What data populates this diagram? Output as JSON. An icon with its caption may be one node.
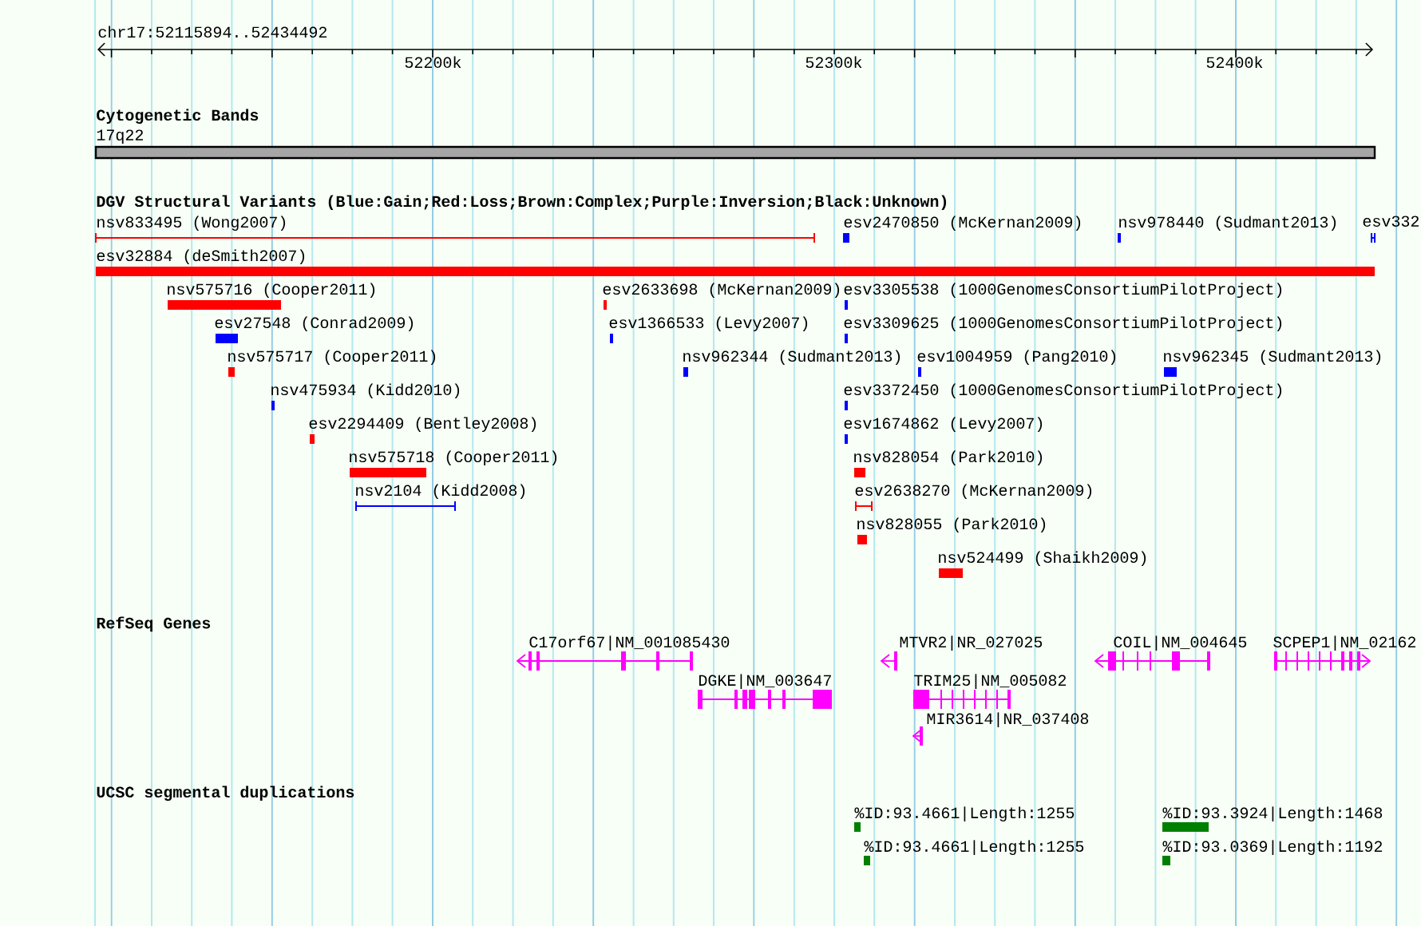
{
  "diagram": {
    "labels": [
      "chr17:52115894..52434492",
      "52200k",
      "52300k",
      "52400k",
      "Cytogenetic Bands",
      "17q22",
      "DGV Structural Variants (Blue:Gain;Red:Loss;Brown:Complex;Purple:Inversion;Black:Unknown)",
      "nsv833495 (Wong2007)",
      "esv2470850 (McKernan2009)",
      "nsv978440 (Sudmant2013)",
      "esv332",
      "esv32884 (deSmith2007)",
      "nsv575716 (Cooper2011)",
      "esv2633698 (McKernan2009)",
      "esv3305538 (1000GenomesConsortiumPilotProject)",
      "esv27548 (Conrad2009)",
      "esv1366533 (Levy2007)",
      "esv3309625 (1000GenomesConsortiumPilotProject)",
      "nsv575717 (Cooper2011)",
      "nsv962344 (Sudmant2013)",
      "esv1004959 (Pang2010)",
      "nsv962345 (Sudmant2013)",
      "nsv475934 (Kidd2010)",
      "esv3372450 (1000GenomesConsortiumPilotProject)",
      "esv2294409 (Bentley2008)",
      "esv1674862 (Levy2007)",
      "nsv575718 (Cooper2011)",
      "nsv828054 (Park2010)",
      "nsv2104 (Kidd2008)",
      "esv2638270 (McKernan2009)",
      "nsv828055 (Park2010)",
      "nsv524499 (Shaikh2009)",
      "RefSeq Genes",
      "C17orf67|NM_001085430",
      "MTVR2|NR_027025",
      "COIL|NM_004645",
      "SCPEP1|NM_02162",
      "DGKE|NM_003647",
      "TRIM25|NM_005082",
      "MIR3614|NR_037408",
      "UCSC segmental duplications",
      "%ID:93.4661|Length:1255",
      "%ID:93.3924|Length:1468",
      "%ID:93.4661|Length:1255",
      "%ID:93.0369|Length:1192"
    ]
  }
}
